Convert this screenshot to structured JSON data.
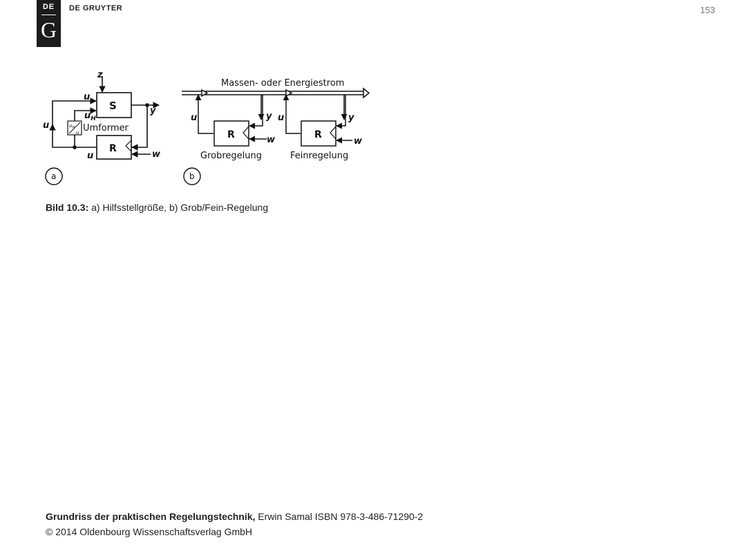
{
  "header": {
    "logo_top": "DE",
    "logo_letter": "G",
    "publisher": "DE GRUYTER",
    "page_number": "153"
  },
  "figure": {
    "panel_a": {
      "marker": "a",
      "labels": {
        "z": "z",
        "s_block": "S",
        "r_block": "R",
        "y": "y",
        "w": "w",
        "u_outer": "u",
        "u_top": "u",
        "u_bottom": "u",
        "uh": "u",
        "uh_sub": "H",
        "converter": "Umformer",
        "conv_top": "u",
        "conv_top_sub": "H",
        "conv_bottom": "u"
      }
    },
    "panel_b": {
      "marker": "b",
      "labels": {
        "stream": "Massen- oder Energiestrom",
        "r1": "R",
        "r2": "R",
        "u1": "u",
        "u2": "u",
        "y1": "y",
        "y2": "y",
        "w1": "w",
        "w2": "w",
        "coarse": "Grobregelung",
        "fine": "Feinregelung"
      }
    }
  },
  "caption": {
    "label": "Bild 10.3:",
    "text": " a) Hilfsstellgröße, b) Grob/Fein-Regelung"
  },
  "footer": {
    "book_title": "Grundriss der praktischen Regelungstechnik,",
    "book_rest": " Erwin Samal ISBN 978-3-486-71290-2",
    "copyright": "© 2014 Oldenbourg Wissenschaftsverlag GmbH"
  }
}
